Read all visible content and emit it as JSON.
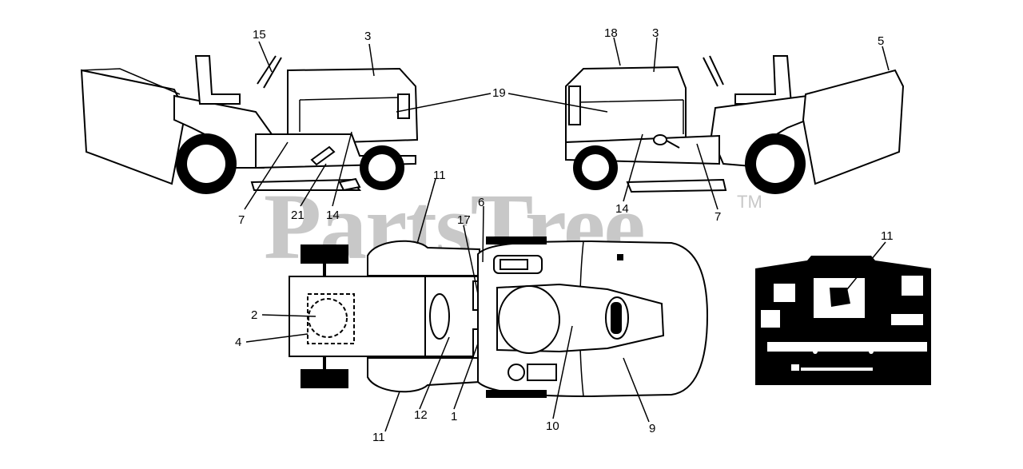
{
  "watermark": {
    "text": "PartsTree",
    "trademark": "TM"
  },
  "callouts": {
    "c15": "15",
    "c3a": "3",
    "c19": "19",
    "c7a": "7",
    "c21": "21",
    "c14a": "14",
    "c18": "18",
    "c3b": "3",
    "c5": "5",
    "c14b": "14",
    "c7b": "7",
    "c11a": "11",
    "c6": "6",
    "c17": "17",
    "c2": "2",
    "c4": "4",
    "c12": "12",
    "c1": "1",
    "c11b": "11",
    "c10": "10",
    "c9": "9",
    "c11c": "11"
  }
}
